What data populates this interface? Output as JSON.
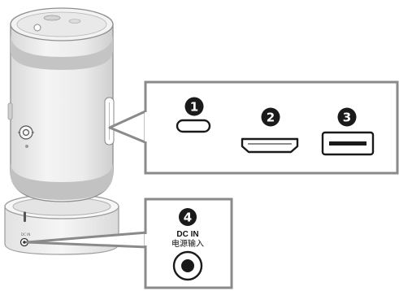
{
  "ports": [
    {
      "number": "1",
      "name": "usb-c-port"
    },
    {
      "number": "2",
      "name": "hdmi-port"
    },
    {
      "number": "3",
      "name": "usb-a-port"
    },
    {
      "number": "4",
      "name": "dc-in-port"
    }
  ],
  "dc_in": {
    "label": "DC IN",
    "label_cn": "电源输入"
  },
  "colors": {
    "callout_border": "#8a8a8a",
    "callout_fill": "#ffffff",
    "device_body": "#efefef",
    "device_band": "#bdbdbd",
    "badge": "#1a1a1a"
  }
}
